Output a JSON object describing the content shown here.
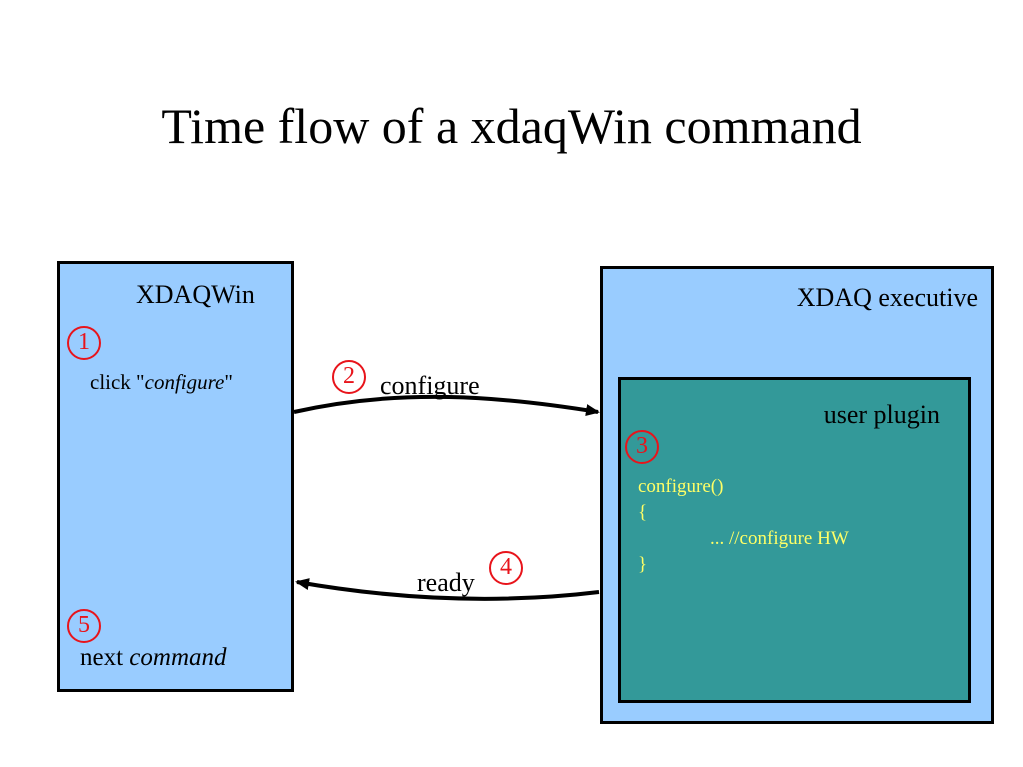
{
  "title": "Time flow of a xdaqWin command",
  "xdaqwin": {
    "title": "XDAQWin",
    "click_prefix": "click \"",
    "click_command": "configure",
    "click_suffix": "\"",
    "next_word": "next ",
    "next_command": "command"
  },
  "executive": {
    "title": "XDAQ executive",
    "plugin": {
      "title": "user plugin",
      "code": [
        "configure()",
        "{",
        "... //configure HW",
        "}"
      ]
    }
  },
  "arrows": {
    "request_label": "configure",
    "reply_label": "ready"
  },
  "steps": [
    "1",
    "2",
    "3",
    "4",
    "5"
  ],
  "colors": {
    "box_light_blue": "#99ccff",
    "plugin_teal": "#339999",
    "code_yellow": "#ffff66",
    "step_red": "#e8141b"
  }
}
